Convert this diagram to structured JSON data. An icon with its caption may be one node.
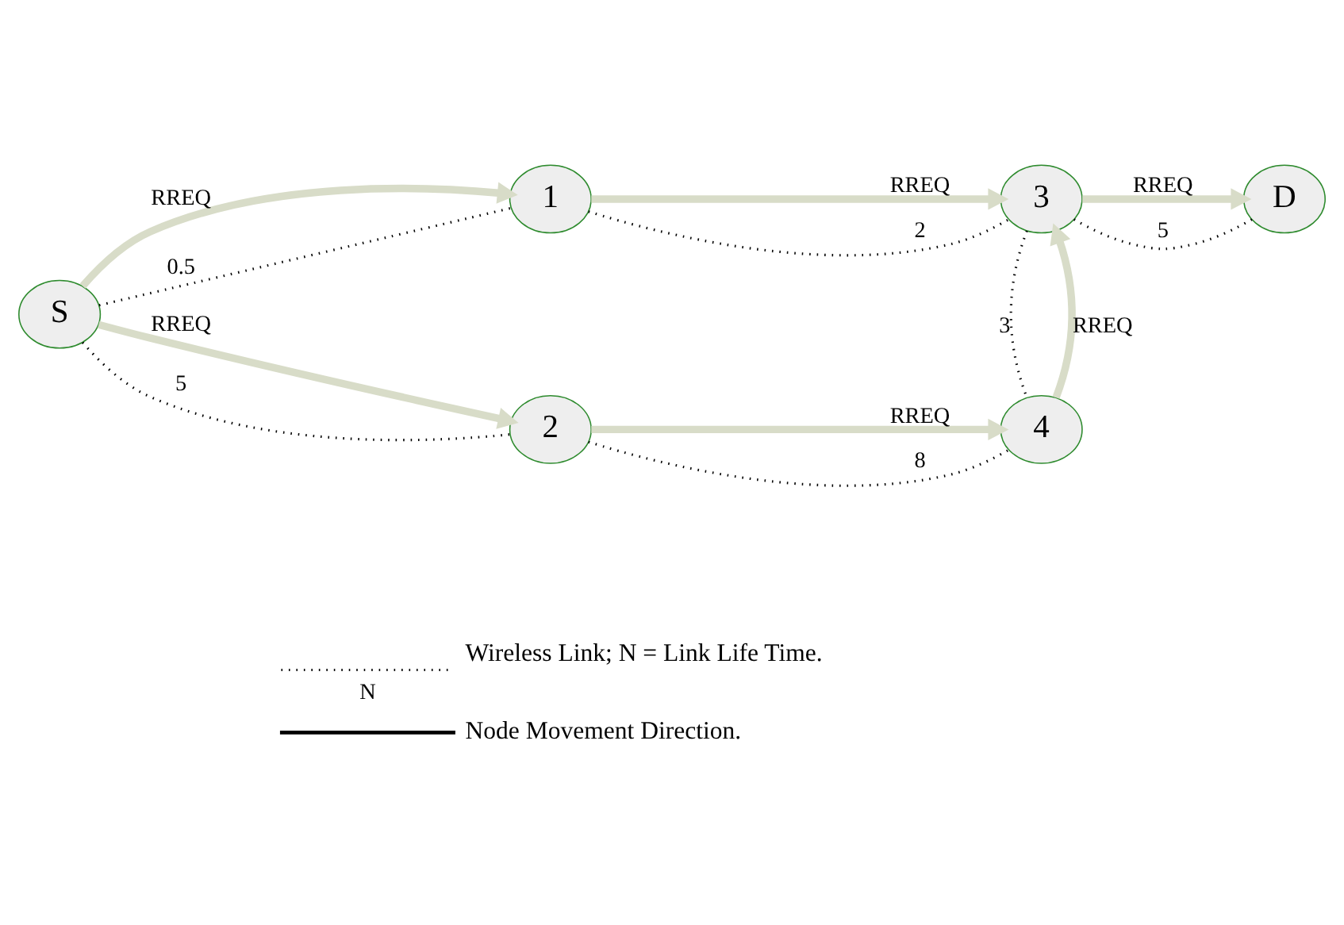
{
  "diagram": {
    "nodes": [
      {
        "text": [
          "S"
        ]
      },
      {
        "text": [
          "1"
        ]
      },
      {
        "text": [
          "2"
        ]
      },
      {
        "text": [
          "3"
        ]
      },
      {
        "text": [
          "4"
        ]
      },
      {
        "text": [
          "D"
        ]
      }
    ],
    "edges": [
      {
        "from": 0,
        "to": 1,
        "arrow": "to",
        "label": "RREQ",
        "style": "thick",
        "color": "#d8dcc8"
      },
      {
        "from": 0,
        "to": 1,
        "arrow": "none",
        "label": "0.5",
        "style": "dashed",
        "color": "#000000"
      },
      {
        "from": 0,
        "to": 2,
        "arrow": "to",
        "label": "RREQ",
        "style": "thick",
        "color": "#d8dcc8"
      },
      {
        "from": 0,
        "to": 2,
        "arrow": "none",
        "label": "5",
        "style": "dashed",
        "color": "#000000"
      },
      {
        "from": 1,
        "to": 3,
        "arrow": "to",
        "label": "RREQ",
        "style": "thick",
        "color": "#d8dcc8"
      },
      {
        "from": 1,
        "to": 3,
        "arrow": "none",
        "label": "2",
        "style": "dashed",
        "color": "#000000"
      },
      {
        "from": 3,
        "to": 5,
        "arrow": "to",
        "label": "RREQ",
        "style": "thick",
        "color": "#d8dcc8"
      },
      {
        "from": 3,
        "to": 5,
        "arrow": "none",
        "label": "5",
        "style": "dashed",
        "color": "#000000"
      },
      {
        "from": 2,
        "to": 4,
        "arrow": "to",
        "label": "RREQ",
        "style": "thick",
        "color": "#d8dcc8"
      },
      {
        "from": 2,
        "to": 4,
        "arrow": "none",
        "label": "8",
        "style": "dashed",
        "color": "#000000"
      },
      {
        "from": 4,
        "to": 3,
        "arrow": "to",
        "label": "RREQ",
        "style": "thick",
        "color": "#d8dcc8"
      },
      {
        "from": 4,
        "to": 3,
        "arrow": "none",
        "label": "3",
        "style": "dashed",
        "color": "#000000"
      }
    ],
    "labels": [
      "N"
    ],
    "legend": [
      {
        "text": "Wireless Link; N = Link Life Time."
      },
      {
        "text": "Node Movement Direction."
      }
    ]
  }
}
